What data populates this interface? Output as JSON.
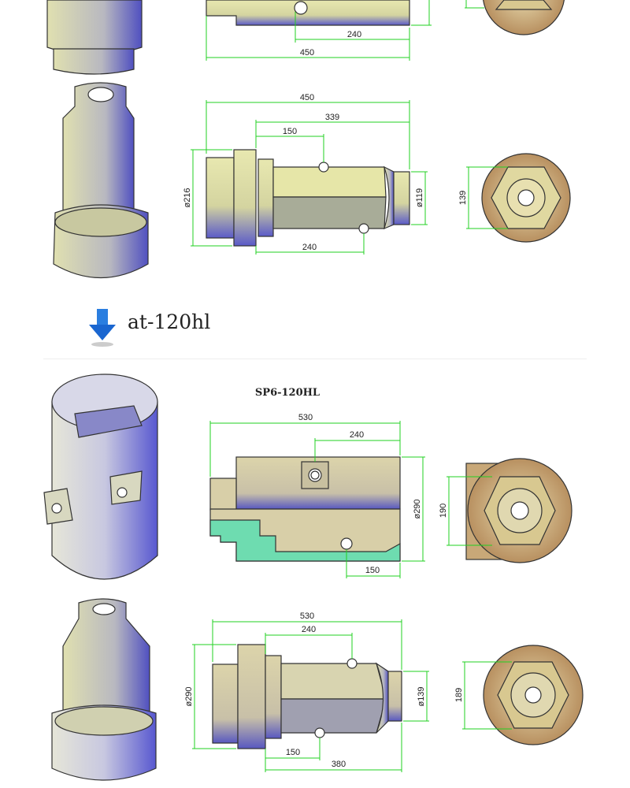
{
  "section_header": {
    "label": "at-120hl",
    "icon": "down-arrow-icon"
  },
  "model_title": "SP6-120HL",
  "top_housing": {
    "dims": {
      "len_240": "240",
      "len_450": "450"
    }
  },
  "top_shaft": {
    "dims": {
      "len_450": "450",
      "len_339": "339",
      "len_150": "150",
      "dia_216": "ø216",
      "dia_119": "ø119",
      "len_240": "240"
    },
    "end_dim": "139"
  },
  "bottom_housing": {
    "dims": {
      "len_530": "530",
      "len_240": "240",
      "dia_290": "ø290",
      "len_150": "150"
    },
    "end_dim": "190"
  },
  "bottom_shaft": {
    "dims": {
      "len_530": "530",
      "len_240": "240",
      "dia_290": "ø290",
      "dia_139": "ø139",
      "len_150": "150",
      "len_380": "380"
    },
    "end_dim": "189"
  },
  "colors": {
    "dimension": "#22d022",
    "part_yellow": "#e6e6a8",
    "part_tan": "#d8cfa8",
    "section_green": "#6edcb0",
    "shade_blue": "#5a5ac8",
    "end_brown": "#c8a878"
  }
}
